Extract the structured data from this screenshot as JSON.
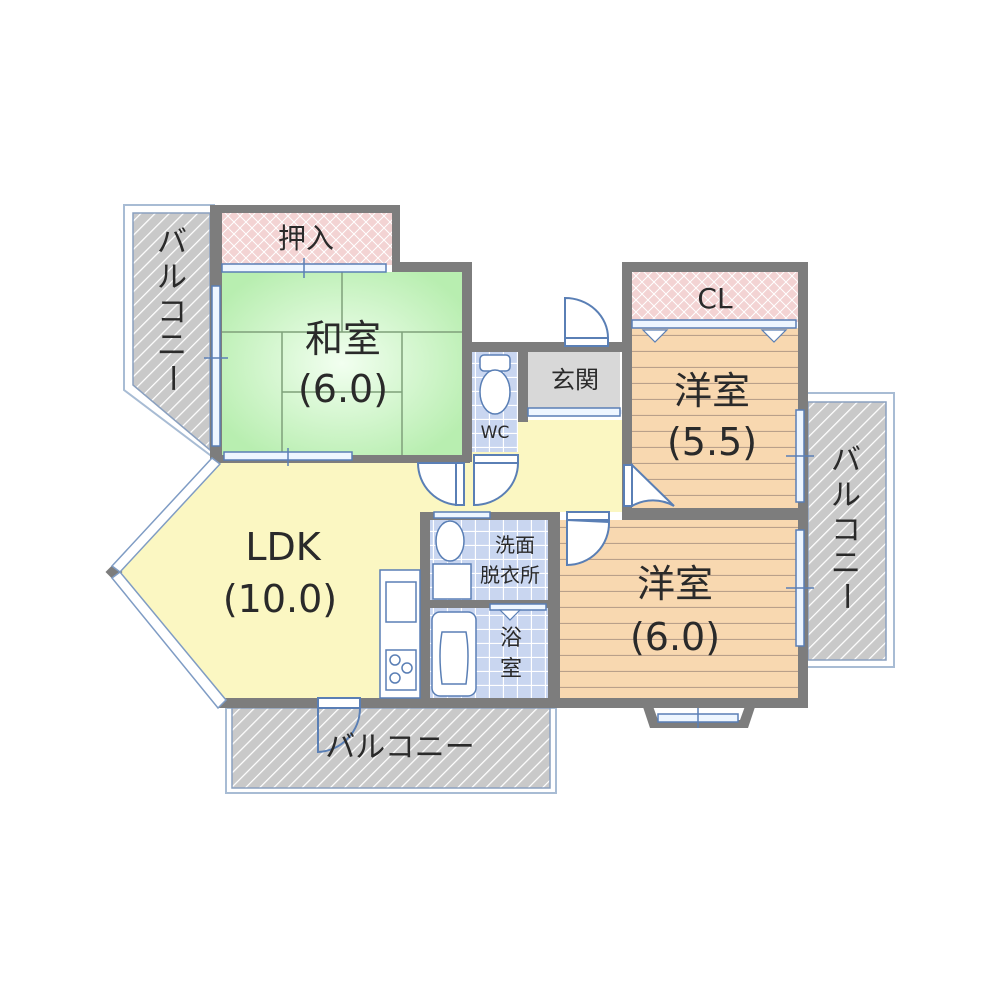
{
  "floor_plan": {
    "layout": "3LDK",
    "colors": {
      "wall": "#7d7d7d",
      "tatami": "#c9f0c2",
      "tatami_line": "#7fa07a",
      "storage": "#f3d3d3",
      "wood_floor": "#f8d8b0",
      "wood_line": "#b9a08a",
      "ldk_floor": "#fbf7c2",
      "wet_area": "#c9d6f0",
      "entrance": "#d8d8d8",
      "balcony": "#c9c9c9",
      "window": "#5a7fb5"
    },
    "rooms": {
      "washitsu": {
        "name": "和室",
        "size": "(6.0)"
      },
      "oshiire": {
        "name": "押入"
      },
      "yoshitsu_1": {
        "name": "洋室",
        "size": "(5.5)"
      },
      "closet": {
        "name": "CL"
      },
      "yoshitsu_2": {
        "name": "洋室",
        "size": "(6.0)"
      },
      "ldk": {
        "name": "LDK",
        "size": "(10.0)"
      },
      "genkan": {
        "name": "玄関"
      },
      "wc": {
        "name": "WC"
      },
      "senmen_1": {
        "name": "洗面"
      },
      "senmen_2": {
        "name": "脱衣所"
      },
      "bath_1": {
        "name": "浴"
      },
      "bath_2": {
        "name": "室"
      }
    },
    "balconies": {
      "west": {
        "chars": [
          "バ",
          "ル",
          "コ",
          "ニ",
          "ー"
        ]
      },
      "east": {
        "chars": [
          "バ",
          "ル",
          "コ",
          "ニ",
          "ー"
        ]
      },
      "south": {
        "name": "バルコニー"
      }
    }
  }
}
